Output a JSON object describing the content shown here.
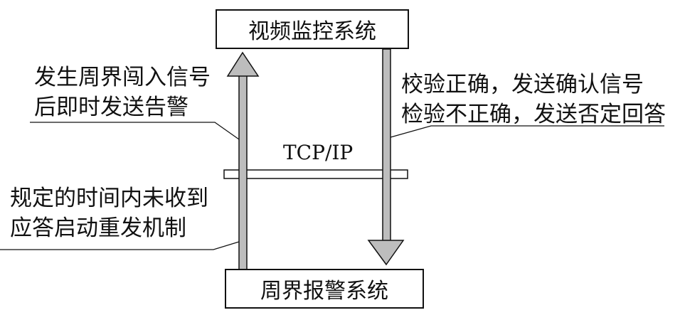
{
  "top_box": {
    "label": "视频监控系统"
  },
  "bottom_box": {
    "label": "周界报警系统"
  },
  "left_upper_annotation": {
    "line1": "发生周界闯入信号",
    "line2": "后即时发送告警"
  },
  "left_lower_annotation": {
    "line1": "规定的时间内未收到",
    "line2": "应答启动重发机制"
  },
  "right_annotation": {
    "line1": "校验正确，发送确认信号",
    "line2": "检验不正确，发送否定回答"
  },
  "network": {
    "label": "TCP/IP"
  },
  "colors": {
    "arrow_fill": "#bdbdbd",
    "stroke": "#111111"
  }
}
